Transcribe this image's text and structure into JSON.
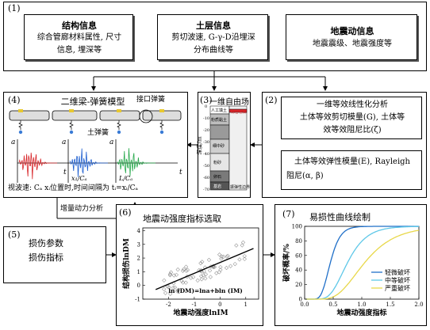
{
  "top": {
    "num": "(1)",
    "boxes": [
      {
        "title": "结构信息",
        "lines": [
          "综合管廊材料属性, 尺寸",
          "信息, 埋深等"
        ]
      },
      {
        "title": "土层信息",
        "lines": [
          "剪切波速, G-γ-D沿埋深",
          "分布曲线等"
        ]
      },
      {
        "title": "地震动信息",
        "lines": [
          "地震震级、地震强度等"
        ]
      }
    ]
  },
  "panel4": {
    "num": "(4)",
    "title": "二维梁-弹簧模型",
    "joint_label": "接口弹簧",
    "soil_label": "土弹簧",
    "axis_a": "a",
    "axis_t": "t",
    "tick1": "x₁/Cₐ",
    "tick2": "L/Cₐ",
    "footer": "视波速: Cₐ xᵢ位置时,时间间隔为 tᵢ=xᵢ/Cₐ"
  },
  "panel3": {
    "num": "(3)",
    "title": "一维自由场",
    "depth_label": "深度/m",
    "layers": [
      "人工填土",
      "粉质黏土",
      "粉质粘土",
      "细中砂",
      "粉砂",
      "卵石",
      "基岩"
    ],
    "legend": [
      "综合管廊",
      "振弹性边界"
    ],
    "yticks": [
      "0",
      "-10",
      "-20",
      "-30",
      "-40",
      "-50",
      "-60",
      "-70"
    ]
  },
  "panel2": {
    "num": "(2)",
    "box1": [
      "一维等效线性化分析",
      "土体等效剪切模量(G), 土体等",
      "效等效阻尼比(ζ)"
    ],
    "box2": [
      "土体等效弹性模量(E), Rayleigh",
      "阻尼(α, β)"
    ]
  },
  "incremental": "增量动力分析",
  "panel5": {
    "num": "(5)",
    "lines": [
      "损伤参数",
      "损伤指标"
    ]
  },
  "panel6": {
    "num": "(6)",
    "title": "地震动强度指标选取",
    "xlabel": "地震动强度lnIM",
    "ylabel": "结构损伤lnDM",
    "equation": "ln (DM)=lna+bln (IM)",
    "xticks": [
      "-2",
      "-1",
      "0",
      "1"
    ],
    "yticks": [
      "-1",
      "0",
      "1",
      "2",
      "3",
      "4"
    ]
  },
  "panel7": {
    "num": "(7)",
    "title": "易损性曲线绘制",
    "xlabel": "地震动强度指标",
    "ylabel": "破坏概率/%",
    "xticks": [
      "0.0",
      "0.5",
      "1.0",
      "1.5",
      "2.0"
    ],
    "yticks": [
      "0",
      "20",
      "40",
      "60",
      "80",
      "100"
    ],
    "legend": [
      "轻微破坏",
      "中等破坏",
      "严重破坏"
    ]
  },
  "colors": {
    "light": "#1f6fc8",
    "moderate": "#5fc8e8",
    "severe": "#e8d84a",
    "wave_red": "#d8262a",
    "wave_blue": "#1f5fd0",
    "wave_green": "#24a84a",
    "pipe_red": "#d8262a",
    "scatter": "#888888"
  },
  "chart_data": [
    {
      "type": "scatter",
      "title": "地震动强度指标选取",
      "xlabel": "地震动强度lnIM",
      "ylabel": "结构损伤lnDM",
      "xlim": [
        -3,
        1.5
      ],
      "ylim": [
        -1,
        4.2
      ],
      "fit_line": {
        "x": [
          -2.5,
          1.3
        ],
        "y": [
          -0.3,
          2.7
        ]
      },
      "annotation": "ln (DM)=lna+bln (IM)"
    },
    {
      "type": "line",
      "title": "易损性曲线绘制",
      "xlabel": "地震动强度指标",
      "ylabel": "破坏概率/%",
      "xlim": [
        0,
        2.0
      ],
      "ylim": [
        0,
        100
      ],
      "series": [
        {
          "name": "轻微破坏",
          "median": 0.45,
          "beta": 0.3
        },
        {
          "name": "中等破坏",
          "median": 0.75,
          "beta": 0.35
        },
        {
          "name": "严重破坏",
          "median": 1.05,
          "beta": 0.4
        }
      ]
    }
  ]
}
